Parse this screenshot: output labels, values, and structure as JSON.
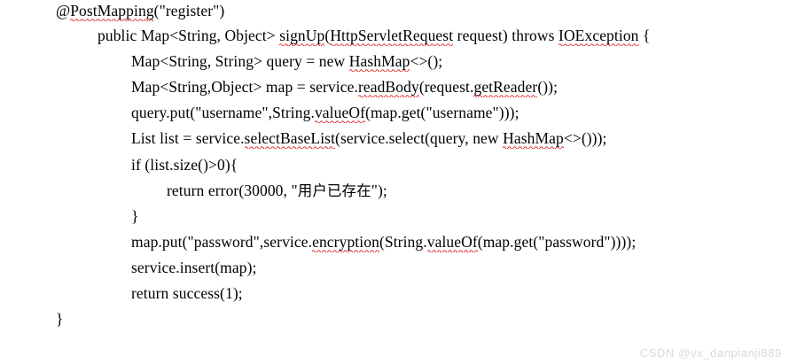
{
  "document": {
    "kind": "code-snippet-screenshot",
    "background_color": "#ffffff",
    "text_color": "#000000",
    "spellcheck_underline_color": "#e01b1b",
    "language": "java"
  },
  "code": {
    "lines": [
      {
        "indent": 0,
        "segments": [
          {
            "text": "@",
            "squiggly": false
          },
          {
            "text": "PostMapping",
            "squiggly": true
          },
          {
            "text": "(\"register\")",
            "squiggly": false
          }
        ]
      },
      {
        "indent": 1,
        "segments": [
          {
            "text": "public Map<String, Object> ",
            "squiggly": false
          },
          {
            "text": "signUp",
            "squiggly": true
          },
          {
            "text": "(",
            "squiggly": false
          },
          {
            "text": "HttpServletRequest",
            "squiggly": true
          },
          {
            "text": " request) throws ",
            "squiggly": false
          },
          {
            "text": "IOException",
            "squiggly": true
          },
          {
            "text": " {",
            "squiggly": false
          }
        ]
      },
      {
        "indent": 2,
        "segments": [
          {
            "text": "Map<String, String> query = new ",
            "squiggly": false
          },
          {
            "text": "HashMap",
            "squiggly": true
          },
          {
            "text": "<>();",
            "squiggly": false
          }
        ]
      },
      {
        "indent": 2,
        "segments": [
          {
            "text": "Map<String,Object> map = service.",
            "squiggly": false
          },
          {
            "text": "readBody",
            "squiggly": true
          },
          {
            "text": "(request.",
            "squiggly": false
          },
          {
            "text": "getReader",
            "squiggly": true
          },
          {
            "text": "());",
            "squiggly": false
          }
        ]
      },
      {
        "indent": 2,
        "segments": [
          {
            "text": "query.put(\"username\",String.",
            "squiggly": false
          },
          {
            "text": "valueOf",
            "squiggly": true
          },
          {
            "text": "(map.get(\"username\")));",
            "squiggly": false
          }
        ]
      },
      {
        "indent": 2,
        "segments": [
          {
            "text": "List list = service.",
            "squiggly": false
          },
          {
            "text": "selectBaseList",
            "squiggly": true
          },
          {
            "text": "(service.select(query, new ",
            "squiggly": false
          },
          {
            "text": "HashMap",
            "squiggly": true
          },
          {
            "text": "<>()));",
            "squiggly": false
          }
        ]
      },
      {
        "indent": 2,
        "segments": [
          {
            "text": "if (list.size()>0){",
            "squiggly": false
          }
        ]
      },
      {
        "indent": 3,
        "segments": [
          {
            "text": "return error(30000, \"",
            "squiggly": false
          },
          {
            "text": "用户已存在",
            "squiggly": false,
            "cjk": true
          },
          {
            "text": "\");",
            "squiggly": false
          }
        ]
      },
      {
        "indent": 2,
        "segments": [
          {
            "text": "}",
            "squiggly": false
          }
        ]
      },
      {
        "indent": 2,
        "segments": [
          {
            "text": "map.put(\"password\",service.",
            "squiggly": false
          },
          {
            "text": "encryption",
            "squiggly": true
          },
          {
            "text": "(String.",
            "squiggly": false
          },
          {
            "text": "valueOf",
            "squiggly": true
          },
          {
            "text": "(map.get(\"password\"))));",
            "squiggly": false
          }
        ]
      },
      {
        "indent": 2,
        "segments": [
          {
            "text": "service.insert(map);",
            "squiggly": false
          }
        ]
      },
      {
        "indent": 2,
        "segments": [
          {
            "text": "return success(1);",
            "squiggly": false
          }
        ]
      },
      {
        "indent": 0,
        "segments": [
          {
            "text": "}",
            "squiggly": false
          }
        ]
      }
    ],
    "plain_text": [
      "@PostMapping(\"register\")",
      "    public Map<String, Object> signUp(HttpServletRequest request) throws IOException {",
      "        Map<String, String> query = new HashMap<>();",
      "        Map<String,Object> map = service.readBody(request.getReader());",
      "        query.put(\"username\",String.valueOf(map.get(\"username\")));",
      "        List list = service.selectBaseList(service.select(query, new HashMap<>()));",
      "        if (list.size()>0){",
      "            return error(30000, \"用户已存在\");",
      "        }",
      "        map.put(\"password\",service.encryption(String.valueOf(map.get(\"password\"))));",
      "        service.insert(map);",
      "        return success(1);",
      "}"
    ]
  },
  "watermark": {
    "text": "CSDN @vx_danpianji889",
    "color": "#d9d9d9"
  }
}
